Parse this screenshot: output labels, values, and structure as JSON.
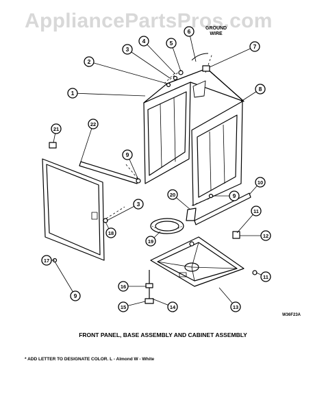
{
  "watermark": "AppliancePartsPros.com",
  "wire_label_line1": "GROUND",
  "wire_label_line2": "WIRE",
  "drawing_id": "W36F23A",
  "caption": "FRONT PANEL, BASE ASSEMBLY AND CABINET ASSEMBLY",
  "note": "* ADD LETTER TO DESIGNATE COLOR.  L - Almond  W - White",
  "callouts": [
    "1",
    "2",
    "3",
    "4",
    "5",
    "6",
    "7",
    "8",
    "9",
    "21",
    "22",
    "3",
    "18",
    "17",
    "9",
    "10",
    "20",
    "9",
    "11",
    "12",
    "19",
    "11",
    "16",
    "15",
    "14",
    "13"
  ]
}
